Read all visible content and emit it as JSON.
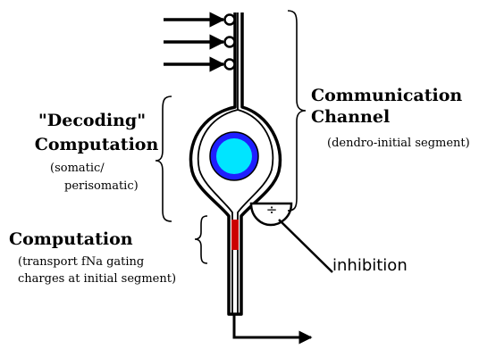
{
  "labels": {
    "channel_title_line1": "Communication",
    "channel_title_line2": "Channel",
    "channel_sub": "(dendro-initial segment)",
    "decoding_line1": "\"Decoding\"",
    "decoding_line2": "Computation",
    "decoding_sub_line1": "(somatic/",
    "decoding_sub_line2": "perisomatic)",
    "computation_title": "Computation",
    "computation_sub_line1": "(transport fNa gating",
    "computation_sub_line2": "charges at initial segment)",
    "inhibition": "inhibition",
    "divide_symbol": "÷"
  },
  "colors": {
    "nucleus_fill": "#00e5ff",
    "nucleus_ring": "#1f1fff",
    "initial_segment": "#cc0000",
    "stroke": "#000000"
  }
}
